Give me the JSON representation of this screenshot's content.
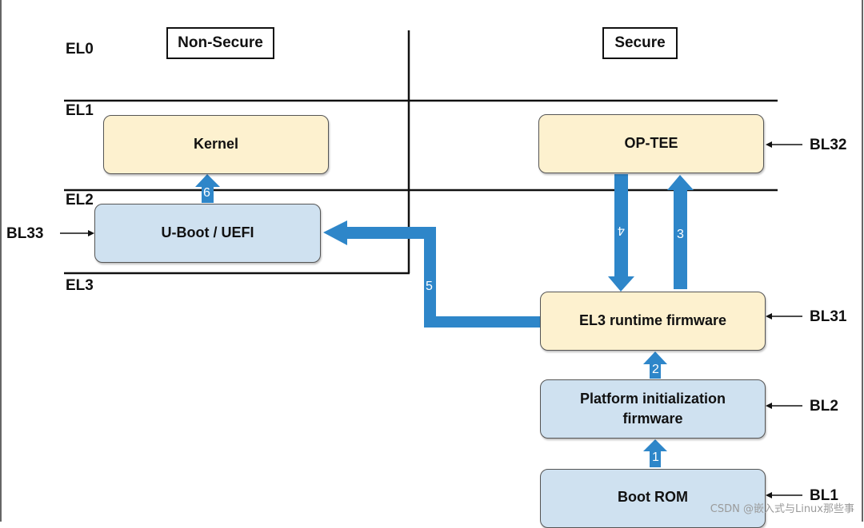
{
  "levels": {
    "el0": "EL0",
    "el1": "EL1",
    "el2": "EL2",
    "el3": "EL3"
  },
  "worlds": {
    "non_secure": "Non-Secure",
    "secure": "Secure"
  },
  "boxes": {
    "kernel": "Kernel",
    "uboot": "U-Boot / UEFI",
    "optee": "OP-TEE",
    "el3_runtime": "EL3 runtime firmware",
    "platform_init": "Platform initialization\nfirmware",
    "boot_rom": "Boot ROM"
  },
  "bl_labels": {
    "bl33": "BL33",
    "bl32": "BL32",
    "bl31": "BL31",
    "bl2": "BL2",
    "bl1": "BL1"
  },
  "steps": {
    "s1": "1",
    "s2": "2",
    "s3": "3",
    "s4": "4",
    "s5": "5",
    "s6": "6"
  },
  "watermark": "CSDN @嵌入式与Linux那些事",
  "colors": {
    "arrow": "#2e86c9",
    "box_yellow": "#fdf1cf",
    "box_blue": "#cfe1f0"
  }
}
